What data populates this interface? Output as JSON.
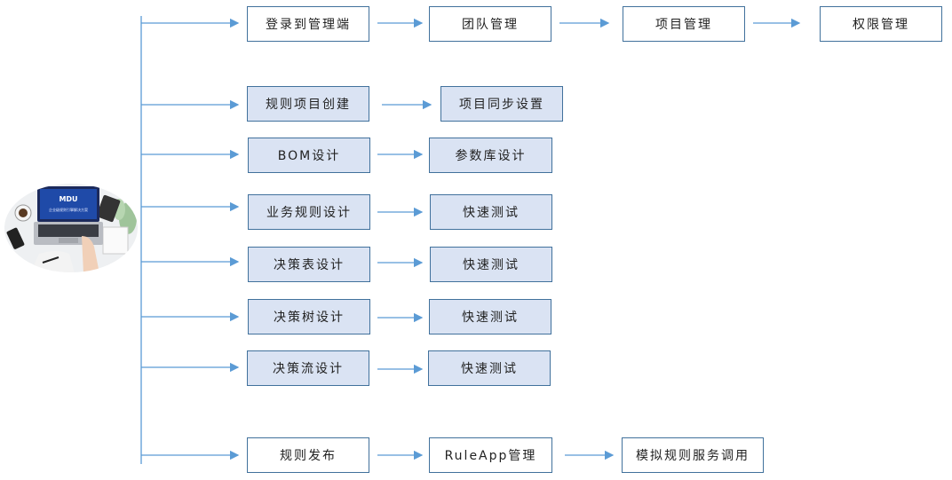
{
  "colors": {
    "line": "#5b9bd5",
    "box_border": "#41719c",
    "box_white": "#ffffff",
    "box_blue": "#dae3f3"
  },
  "illustration": {
    "screen_text": "MDU",
    "screen_subtitle": "企业级规则引擎解决方案"
  },
  "row1": {
    "login": "登录到管理端",
    "team": "团队管理",
    "project": "项目管理",
    "permission": "权限管理"
  },
  "row2": {
    "create": "规则项目创建",
    "sync": "项目同步设置"
  },
  "row3": {
    "bom": "BOM设计",
    "params": "参数库设计"
  },
  "row4": {
    "business": "业务规则设计",
    "test": "快速测试"
  },
  "row5": {
    "table": "决策表设计",
    "test": "快速测试"
  },
  "row6": {
    "tree": "决策树设计",
    "test": "快速测试"
  },
  "row7": {
    "flow": "决策流设计",
    "test": "快速测试"
  },
  "row8": {
    "publish": "规则发布",
    "ruleapp": "RuleApp管理",
    "simulate": "模拟规则服务调用"
  }
}
